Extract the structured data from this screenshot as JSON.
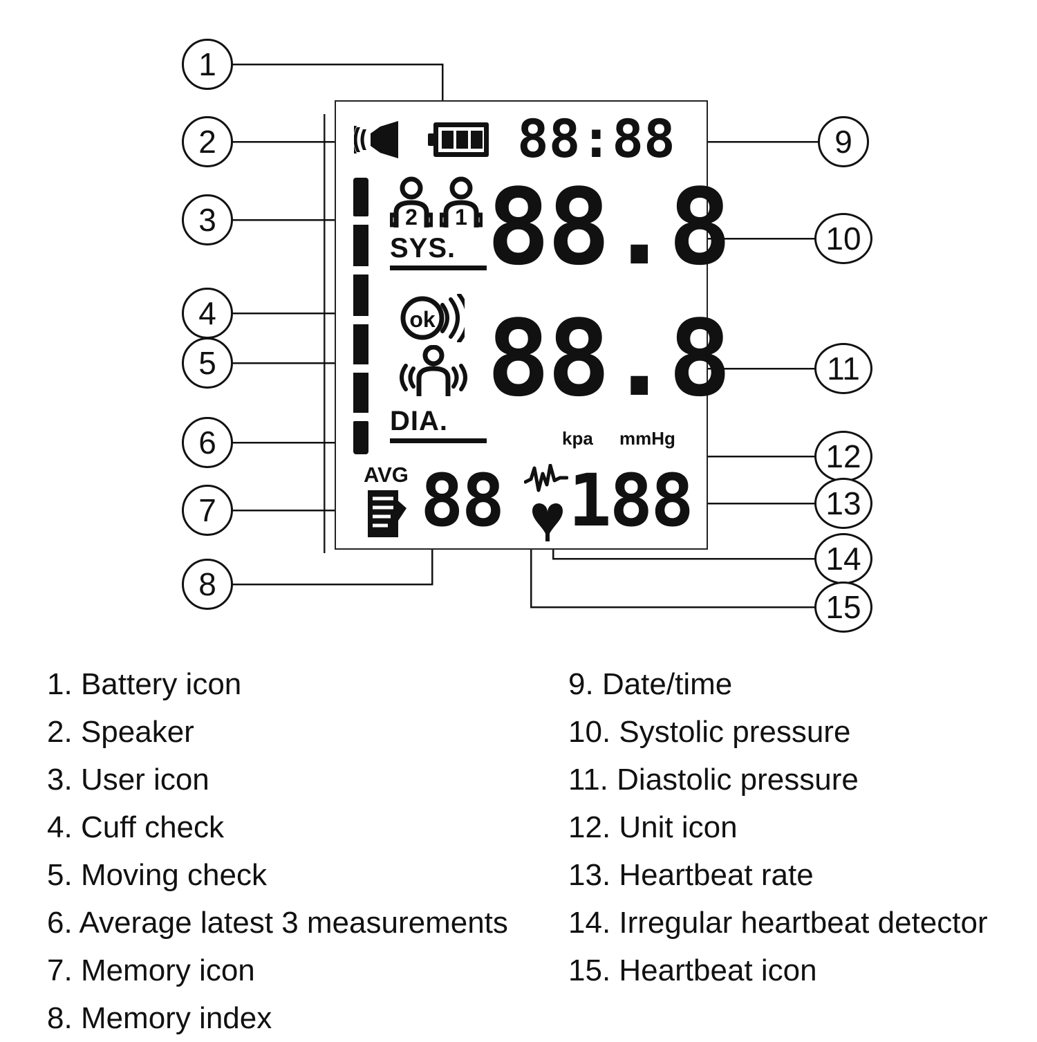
{
  "diagram": {
    "title": "Blood pressure monitor LCD display callout diagram",
    "callouts": [
      {
        "id": "1",
        "label": "1"
      },
      {
        "id": "2",
        "label": "2"
      },
      {
        "id": "3",
        "label": "3"
      },
      {
        "id": "4",
        "label": "4"
      },
      {
        "id": "5",
        "label": "5"
      },
      {
        "id": "6",
        "label": "6"
      },
      {
        "id": "7",
        "label": "7"
      },
      {
        "id": "8",
        "label": "8"
      },
      {
        "id": "9",
        "label": "9"
      },
      {
        "id": "10",
        "label": "10"
      },
      {
        "id": "11",
        "label": "11"
      },
      {
        "id": "12",
        "label": "12"
      },
      {
        "id": "13",
        "label": "13"
      },
      {
        "id": "14",
        "label": "14"
      },
      {
        "id": "15",
        "label": "15"
      }
    ]
  },
  "lcd": {
    "time_value": "88:88",
    "systolic_value": "88.8",
    "diastolic_value": "88.8",
    "memory_index_value": "88",
    "pulse_value": "188",
    "sys_label": "SYS.",
    "dia_label": "DIA.",
    "avg_label": "AVG",
    "unit_kpa": "kpa",
    "unit_mmhg": "mmHg",
    "user_icon_1_label": "1",
    "user_icon_2_label": "2",
    "cuff_check_label": "ok",
    "bargraph_segments": 6,
    "battery_bars": 3,
    "icons": {
      "speaker": "speaker-icon",
      "battery": "battery-icon",
      "user1": "user-icon-1",
      "user2": "user-icon-2",
      "cuff_check": "cuff-check-ok-icon",
      "moving_check": "moving-check-icon",
      "memory": "memory-document-icon",
      "irregular_heartbeat": "irregular-heartbeat-waveform-icon",
      "heartbeat": "heart-icon"
    },
    "colors": {
      "ink": "#111111",
      "panel_bg": "#ffffff",
      "panel_border": "#222222"
    }
  },
  "legend": {
    "left": [
      {
        "num": "1.",
        "text": "Battery icon"
      },
      {
        "num": "2.",
        "text": "Speaker"
      },
      {
        "num": "3.",
        "text": "User icon"
      },
      {
        "num": "4.",
        "text": "Cuff check"
      },
      {
        "num": "5.",
        "text": "Moving check"
      },
      {
        "num": "6.",
        "text": "Average latest 3 measurements"
      },
      {
        "num": "7.",
        "text": " Memory icon"
      },
      {
        "num": "8.",
        "text": " Memory index"
      }
    ],
    "right": [
      {
        "num": "9.",
        "text": " Date/time"
      },
      {
        "num": "10.",
        "text": "Systolic pressure"
      },
      {
        "num": "11.",
        "text": "Diastolic pressure"
      },
      {
        "num": "12.",
        "text": "Unit icon"
      },
      {
        "num": "13.",
        "text": "Heartbeat rate"
      },
      {
        "num": "14.",
        "text": "Irregular heartbeat detector"
      },
      {
        "num": "15.",
        "text": "Heartbeat icon"
      }
    ]
  }
}
